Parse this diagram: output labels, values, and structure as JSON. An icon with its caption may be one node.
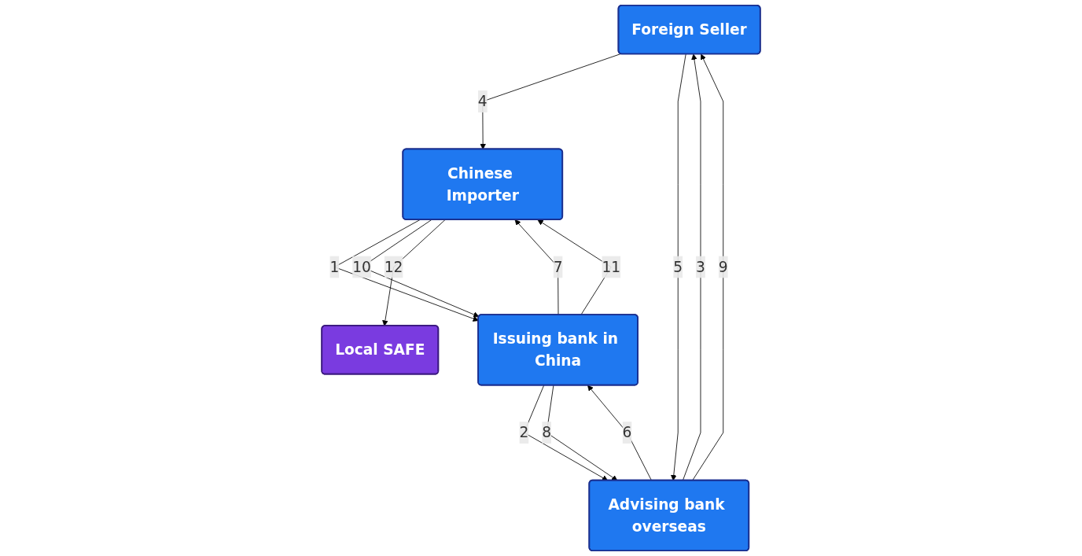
{
  "diagram": {
    "nodes": [
      {
        "text": [
          "Foreign Seller"
        ]
      },
      {
        "text": [
          "Chinese Importer"
        ]
      },
      {
        "text": [
          "Local SAFE"
        ]
      },
      {
        "text": [
          "Advising bank overseas"
        ]
      },
      {
        "text": [
          "Issuing bank in China"
        ]
      }
    ],
    "edges": [
      {
        "from": 1,
        "to": 4,
        "arrow": "to",
        "label": "1"
      },
      {
        "from": 4,
        "to": 3,
        "arrow": "to",
        "label": "2"
      },
      {
        "from": 3,
        "to": 0,
        "arrow": "to",
        "label": "3"
      },
      {
        "from": 0,
        "to": 1,
        "arrow": "to",
        "label": "4"
      },
      {
        "from": 0,
        "to": 3,
        "arrow": "to",
        "label": "5"
      },
      {
        "from": 3,
        "to": 4,
        "arrow": "to",
        "label": "6"
      },
      {
        "from": 4,
        "to": 1,
        "arrow": "to",
        "label": "7"
      },
      {
        "from": 4,
        "to": 3,
        "arrow": "to",
        "label": "8"
      },
      {
        "from": 3,
        "to": 0,
        "arrow": "to",
        "label": "9"
      },
      {
        "from": 1,
        "to": 4,
        "arrow": "to",
        "label": "10"
      },
      {
        "from": 4,
        "to": 1,
        "arrow": "to",
        "label": "11"
      },
      {
        "from": 1,
        "to": 2,
        "arrow": "to",
        "label": "12"
      }
    ]
  }
}
